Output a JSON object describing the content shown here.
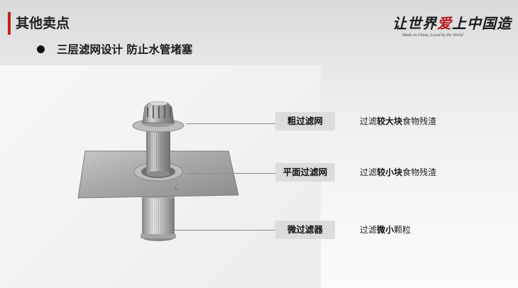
{
  "header": {
    "title": "其他卖点",
    "accent_color": "#c0201f"
  },
  "bullet": {
    "text": "三层滤网设计 防止水管堵塞"
  },
  "brand": {
    "slogan_prefix": "让世界",
    "slogan_accent": "爱",
    "slogan_suffix": "上中国造",
    "tagline": "Made in China, Loved by the World"
  },
  "callouts": [
    {
      "label": "粗过滤网",
      "desc_prefix": "过滤",
      "desc_bold": "较大块",
      "desc_suffix": "食物残渣"
    },
    {
      "label": "平面过滤网",
      "desc_prefix": "过滤",
      "desc_bold": "较小块",
      "desc_suffix": "食物残渣"
    },
    {
      "label": "微过滤器",
      "desc_prefix": "过滤",
      "desc_bold": "微小",
      "desc_suffix": "颗粒"
    }
  ],
  "icons": {
    "bullet": "bullet-dot-icon",
    "product": "dishwasher-filter-assembly-image"
  }
}
